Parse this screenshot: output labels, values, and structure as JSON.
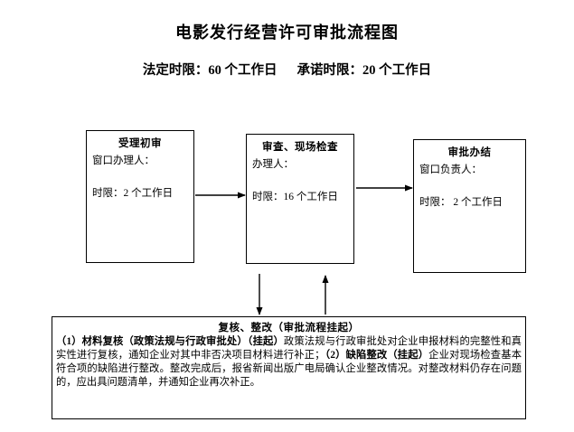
{
  "page": {
    "title": "电影发行经营许可审批流程图",
    "subtitle": {
      "statutory_label": "法定时限：60 个工作日",
      "promised_label": "承诺时限：20 个工作日"
    },
    "background_color": "#ffffff",
    "line_color": "#000000"
  },
  "boxes": [
    {
      "id": "accept",
      "title": "受理初审",
      "handler_label": "窗口办理人：",
      "duration_label": "时限：2 个工作日"
    },
    {
      "id": "review",
      "title": "审查、现场检查",
      "handler_label": "办理人：",
      "duration_label": "时限：16 个工作日"
    },
    {
      "id": "approve",
      "title": "审批办结",
      "handler_label": "窗口负责人：",
      "duration_label": "时限： 2 个工作日"
    }
  ],
  "note": {
    "title": "复核、整改（审批流程挂起）",
    "item1_bold": "（1）材料复核（政策法规与行政审批处）（挂起）",
    "item1_text": "政策法规与行政审批处对企业申报材料的完整性和真实性进行复核，通知企业对其中非否决项目材料进行补正；",
    "item2_bold": "（2）缺陷整改（挂起）",
    "item2_text": "企业对现场检查基本符合项的缺陷进行整改。整改完成后，报省新闻出版广电局确认企业整改情况。对整改材料仍存在问题的，应出具问题清单，并通知企业再次补正。"
  },
  "connectors": [
    {
      "id": "accept-to-review",
      "type": "arrow-right"
    },
    {
      "id": "review-to-approve",
      "type": "arrow-right"
    },
    {
      "id": "review-to-note",
      "type": "arrow-down"
    },
    {
      "id": "note-to-review",
      "type": "arrow-up"
    }
  ]
}
